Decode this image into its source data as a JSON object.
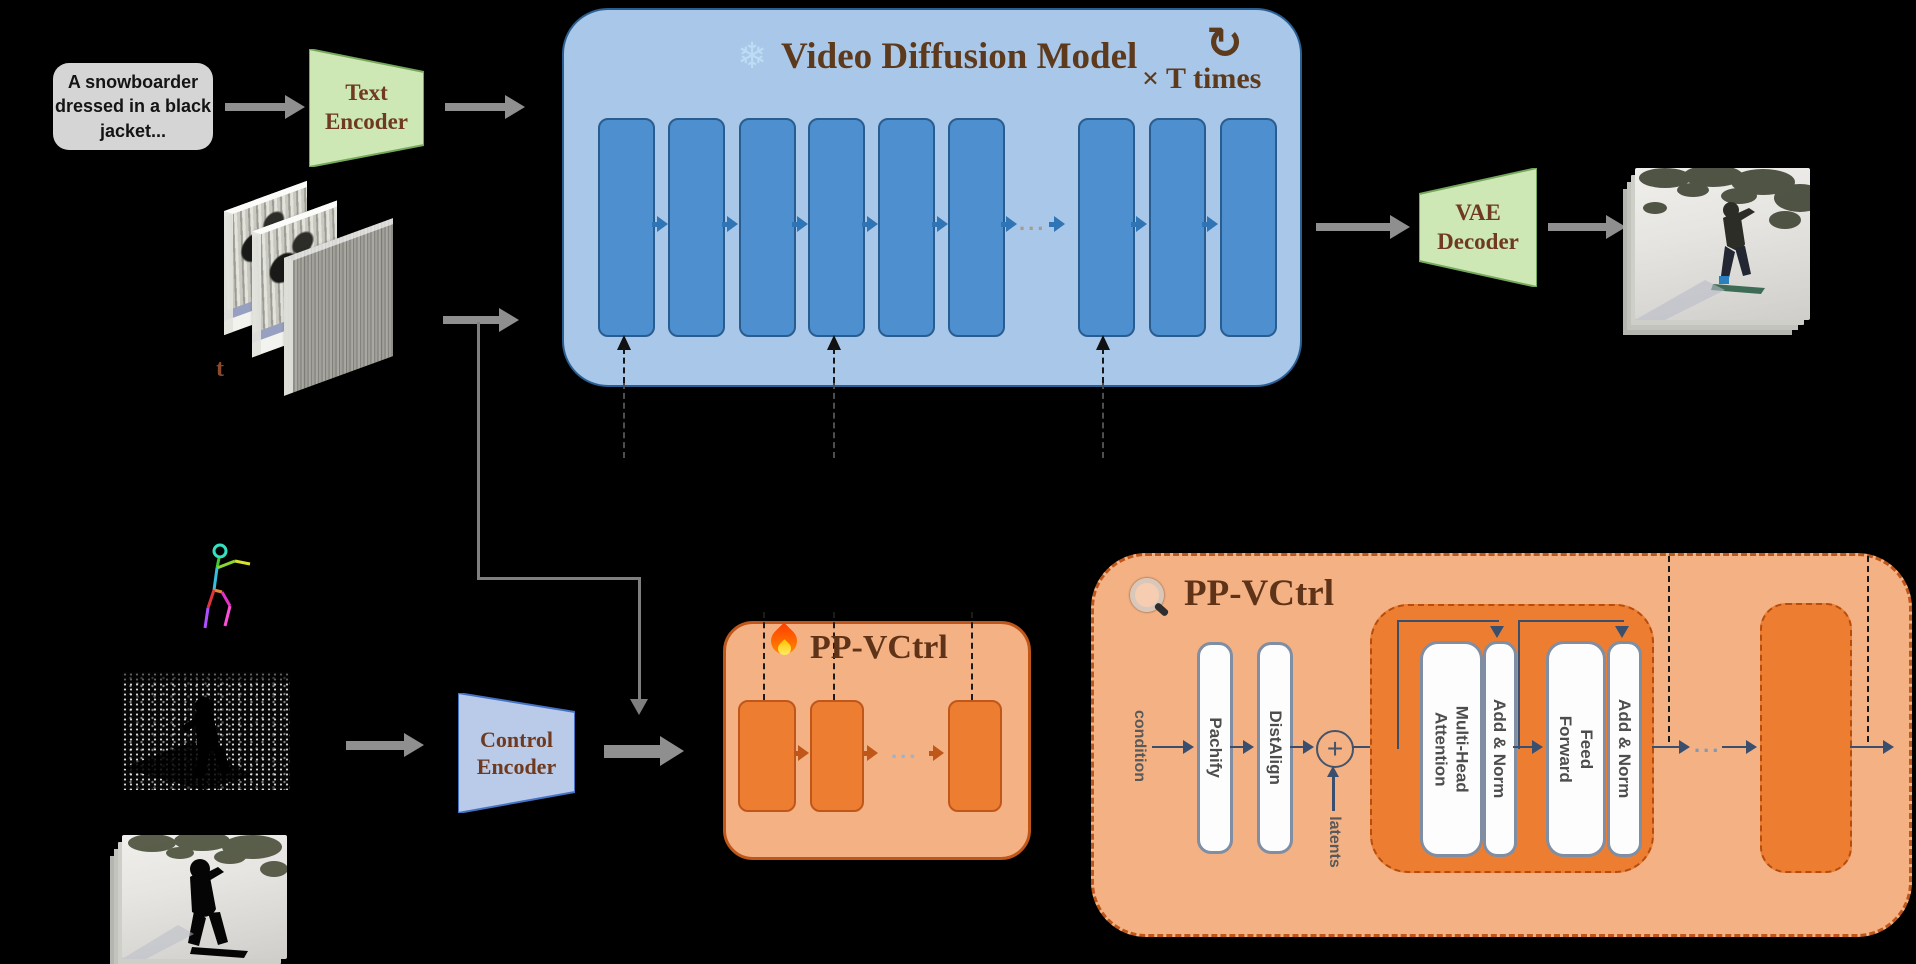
{
  "prompt_box": {
    "text": "A snowboarder\ndressed in a black\njacket..."
  },
  "noise_stack": {
    "timestep_label": "t"
  },
  "encoders": {
    "text_encoder": "Text\nEncoder",
    "vae_decoder": "VAE\nDecoder",
    "control_encoder": "Control\nEncoder"
  },
  "vdm": {
    "snowflake_icon": "❄",
    "title": "Video Diffusion Model",
    "loop_icon": "↻",
    "times_label": "× T times",
    "ellipsis": "..."
  },
  "vctrl_overview": {
    "fire_icon": "fire-icon",
    "title": "PP-VCtrl",
    "ellipsis": "..."
  },
  "vctrl_detail": {
    "magnifier_icon": "magnifier-icon",
    "title": "PP-VCtrl",
    "condition_label": "condition",
    "latents_label": "latents",
    "plus_symbol": "+",
    "ellipsis": "...",
    "blocks": {
      "pachify": "Pachify",
      "distalign": "DistAlign",
      "mha": "Multi-Head\nAttention",
      "addnorm1": "Add & Norm",
      "feedforward": "Feed\nForward",
      "addnorm2": "Add & Norm"
    }
  },
  "colors": {
    "vdm_fill": "#a9c7e8",
    "vdm_bar": "#4e8fd0",
    "vdm_border": "#2a5f93",
    "orange_fill": "#f4b183",
    "orange_deep": "#ed7d31",
    "orange_border": "#c0571a",
    "title_brown": "#5e3a1c",
    "green_fill": "#cde8b5",
    "control_fill": "#b9cbe8",
    "arrow_gray": "#8f8f8f",
    "flow_slate": "#3a4f6e"
  }
}
